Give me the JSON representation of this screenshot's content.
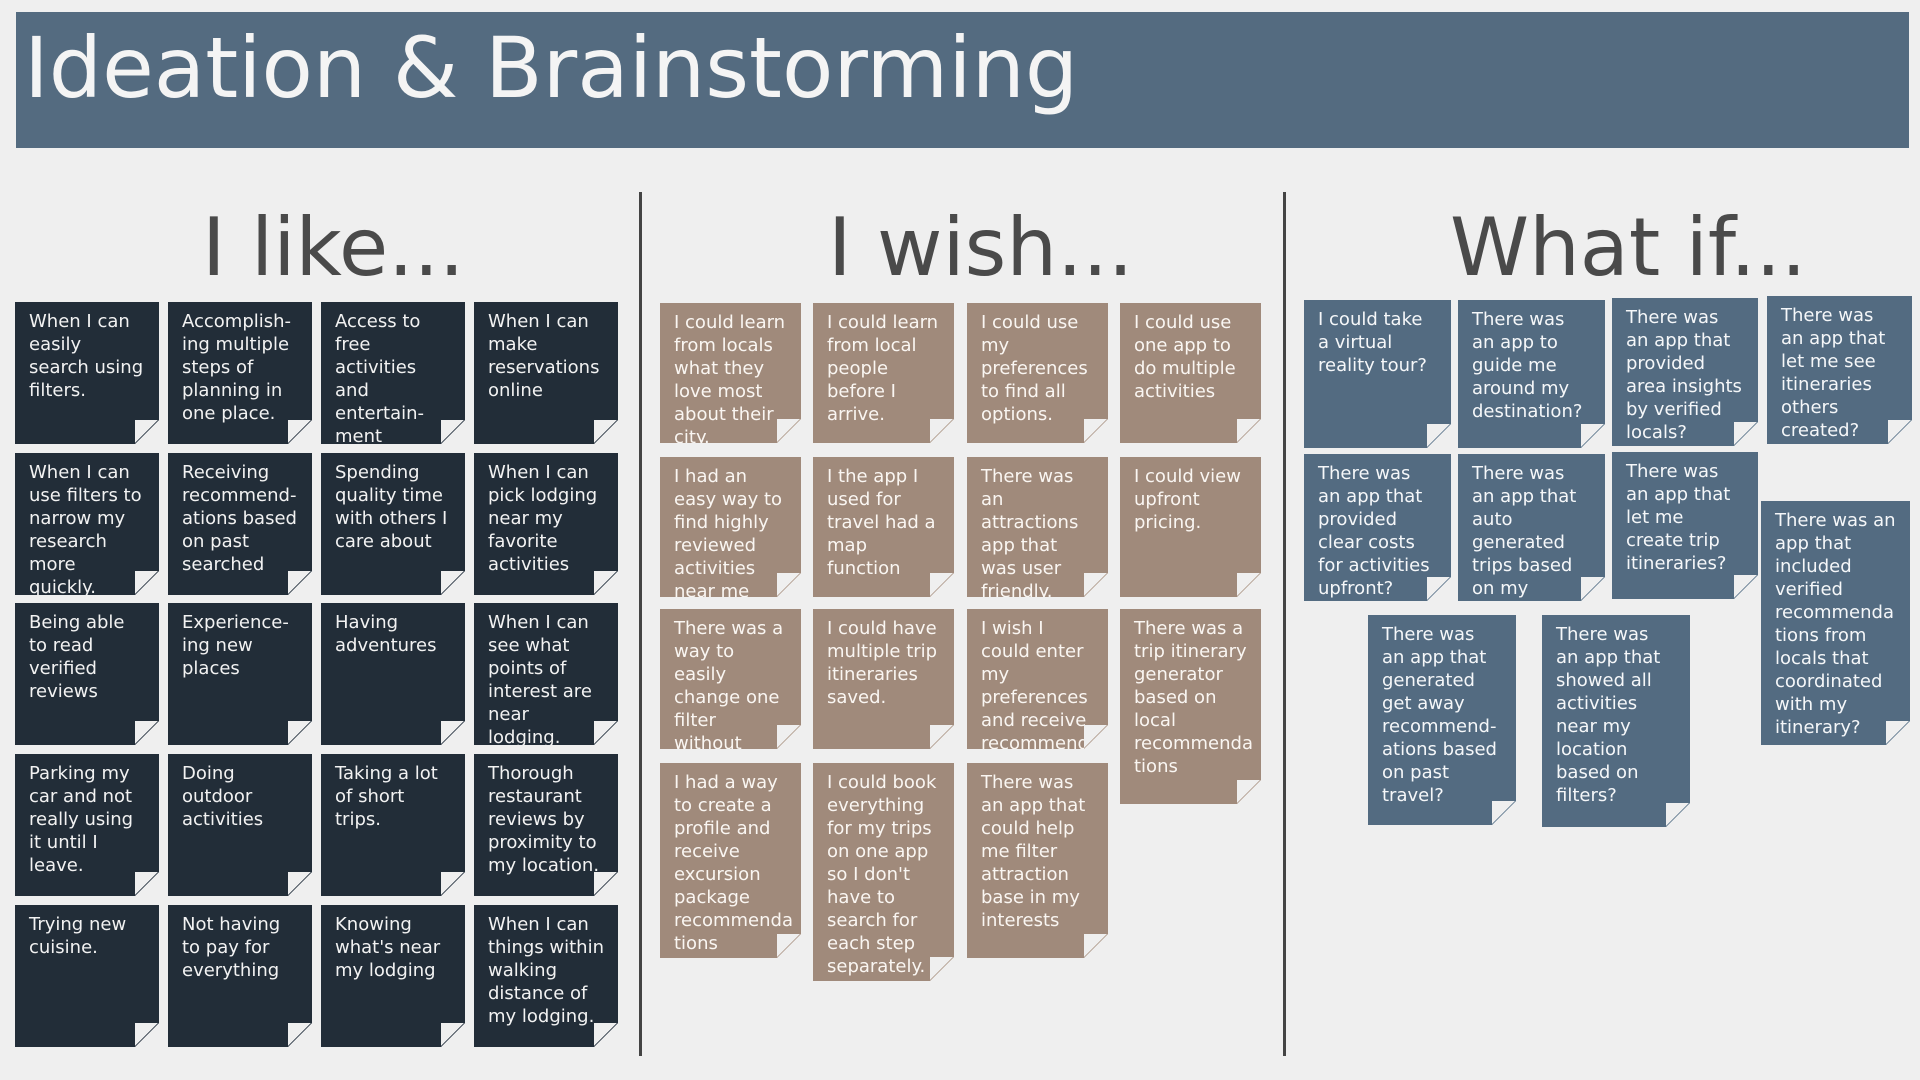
{
  "title": "Ideation & Brainstorming",
  "columns": {
    "like": {
      "heading": "I like...",
      "notes": [
        "When I can easily search using filters.",
        "Accomplish-ing multiple steps of planning in one place.",
        "Access to free activities and entertain-ment",
        "When I can make reservations online",
        "When I can use filters to narrow my research more quickly.",
        "Receiving recommend-ations based on past searched",
        "Spending quality time with others I care about",
        "When I can pick lodging near my favorite activities",
        "Being able to read verified reviews",
        "Experience-ing new places",
        "Having adventures",
        "When I can see what points of interest are near lodging.",
        "Parking my car and not really using it until I leave.",
        "Doing outdoor activities",
        "Taking a lot of short trips.",
        "Thorough restaurant reviews by proximity to my location.",
        "Trying new cuisine.",
        "Not having to pay for everything",
        "Knowing what's near my lodging",
        "When I can things within walking distance of my lodging."
      ]
    },
    "wish": {
      "heading": "I wish...",
      "notes": [
        "I could learn from locals what they love most about their city.",
        "I could learn from local people before I arrive.",
        "I could use my preferences to find all options.",
        "I could use one app to do multiple activities",
        "I had an easy way to find highly reviewed activities near me",
        "I the app I used for travel had a map function",
        "There was an attractions app that was user friendly.",
        "I could view upfront pricing.",
        "There was a way to easily change one filter without starting over",
        "I could have multiple trip itineraries saved.",
        "I wish I could enter my preferences and receive recommenda tions.",
        "There was a trip itinerary generator based on local recommenda tions",
        "I had a way to create a profile and receive excursion package recommenda tions",
        "I could book everything for my trips on one app so I don't have to search for each step separately.",
        "There was an app that could help me filter attraction base in my interests"
      ]
    },
    "whatif": {
      "heading": "What if...",
      "notes": [
        "I could take a virtual reality tour?",
        "There was an app to guide me around my destination?",
        "There was an app that provided area insights by verified locals?",
        "There was an app that let me see itineraries others created?",
        "There was an app that provided clear costs for activities upfront?",
        "There was an app that auto generated trips based on my filters?",
        "There was an app that let me create trip itineraries?",
        "There was an app that included verified recommenda tions from locals that coordinated with my itinerary?",
        "There was an app that generated get away recommend-ations based on past travel?",
        "There was an app that showed all activities near my location based on filters?"
      ]
    }
  }
}
